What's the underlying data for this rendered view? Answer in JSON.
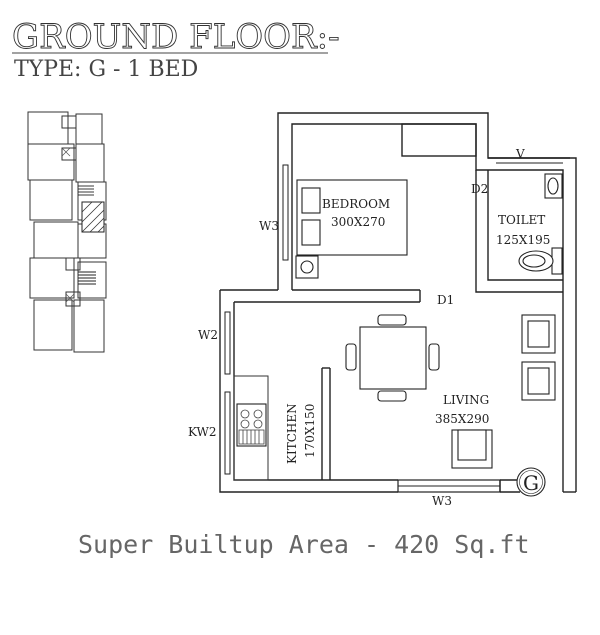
{
  "header": {
    "title": "GROUND FLOOR:-",
    "subtitle": "TYPE: G - 1 BED"
  },
  "rooms": {
    "bedroom": {
      "name": "BEDROOM",
      "size": "300X270"
    },
    "toilet": {
      "name": "TOILET",
      "size": "125X195"
    },
    "living": {
      "name": "LIVING",
      "size": "385X290"
    },
    "kitchen": {
      "name": "KITCHEN",
      "size": "170X150"
    }
  },
  "labels": {
    "ventilator": "V",
    "door_toilet": "D2",
    "door_main": "D1",
    "window_bedroom": "W3",
    "window_living_left": "W2",
    "window_kitchen": "KW2",
    "window_living_bottom": "W3"
  },
  "marker": {
    "letter": "G"
  },
  "footer": {
    "area_text": "Super Builtup Area - 420 Sq.ft"
  }
}
